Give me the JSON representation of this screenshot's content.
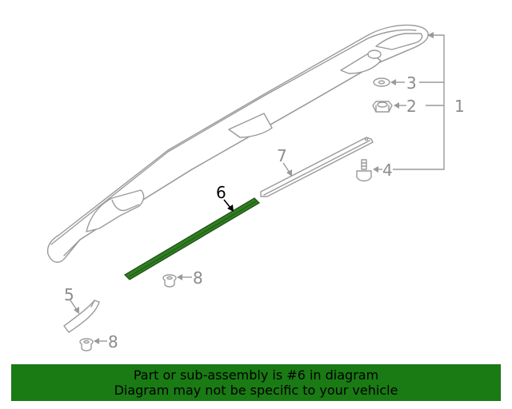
{
  "callouts": {
    "c1": "1",
    "c2": "2",
    "c3": "3",
    "c4": "4",
    "c5": "5",
    "c6": "6",
    "c7": "7",
    "c8a": "8",
    "c8b": "8"
  },
  "highlight_color": "#2f7d22",
  "banner": {
    "color": "#1a7a14",
    "line1": "Part or sub-assembly is #6 in diagram",
    "line2": "Diagram may not be specific to your vehicle"
  }
}
